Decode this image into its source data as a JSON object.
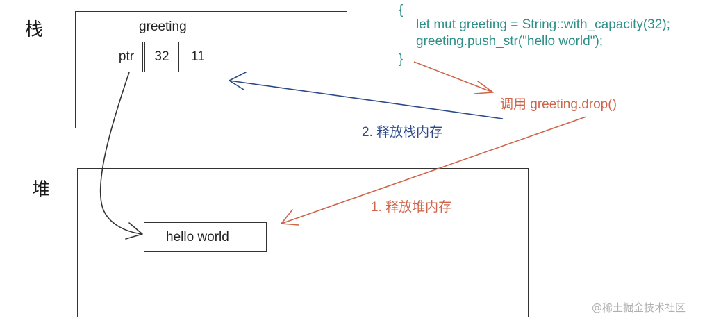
{
  "labels": {
    "stack": "栈",
    "heap": "堆"
  },
  "stack_var": {
    "name": "greeting",
    "fields": [
      "ptr",
      "32",
      "11"
    ]
  },
  "heap_value": "hello world",
  "code": {
    "open_brace": "{",
    "line1": "let mut greeting = String::with_capacity(32);",
    "line2": "greeting.push_str(\"hello world\");",
    "close_brace": "}"
  },
  "annotations": {
    "drop_call": "调用 greeting.drop()",
    "step2": "2. 释放栈内存",
    "step1": "1. 释放堆内存"
  },
  "watermark": "@稀土掘金技术社区",
  "colors": {
    "code": "#2f8f88",
    "orange": "#d0644a",
    "blue": "#2b4a8a",
    "outline": "#333333"
  }
}
